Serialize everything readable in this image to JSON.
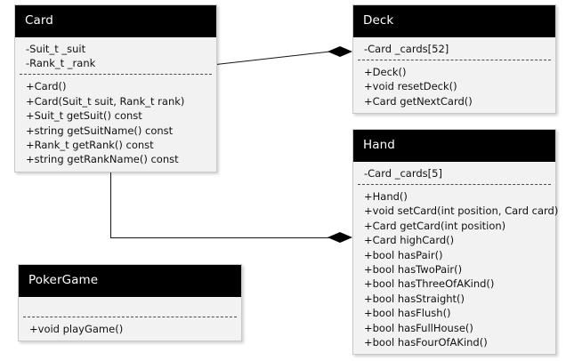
{
  "diagram": {
    "title": "UML Class Diagram",
    "background_color": "#ffffff",
    "header_color": "#000000",
    "header_text_color": "#ffffff",
    "body_color": "#f2f2f2",
    "line_color": "#151515"
  },
  "classes": [
    {
      "name": "Card",
      "attributes": [
        "-Suit_t _suit",
        "-Rank_t _rank"
      ],
      "methods": [
        "+Card()",
        "+Card(Suit_t suit, Rank_t rank)",
        "+Suit_t getSuit() const",
        "+string getSuitName() const",
        "+Rank_t getRank() const",
        "+string getRankName() const"
      ]
    },
    {
      "name": "Deck",
      "attributes": [
        "-Card _cards[52]"
      ],
      "methods": [
        "+Deck()",
        "+void resetDeck()",
        "+Card getNextCard()"
      ]
    },
    {
      "name": "Hand",
      "attributes": [
        "-Card _cards[5]"
      ],
      "methods": [
        "+Hand()",
        "+void setCard(int position, Card card)",
        "+Card getCard(int position)",
        "+Card highCard()",
        "+bool hasPair()",
        "+bool hasTwoPair()",
        "+bool hasThreeOfAKind()",
        "+bool hasStraight()",
        "+bool hasFlush()",
        "+bool hasFullHouse()",
        "+bool hasFourOfAKind()"
      ]
    },
    {
      "name": "PokerGame",
      "attributes": [],
      "methods": [
        "+void playGame()"
      ]
    }
  ],
  "relationships": [
    {
      "type": "composition",
      "from": "Card",
      "to": "Deck",
      "marker": "filled-diamond"
    },
    {
      "type": "composition",
      "from": "Card",
      "to": "Hand",
      "marker": "filled-diamond"
    }
  ]
}
